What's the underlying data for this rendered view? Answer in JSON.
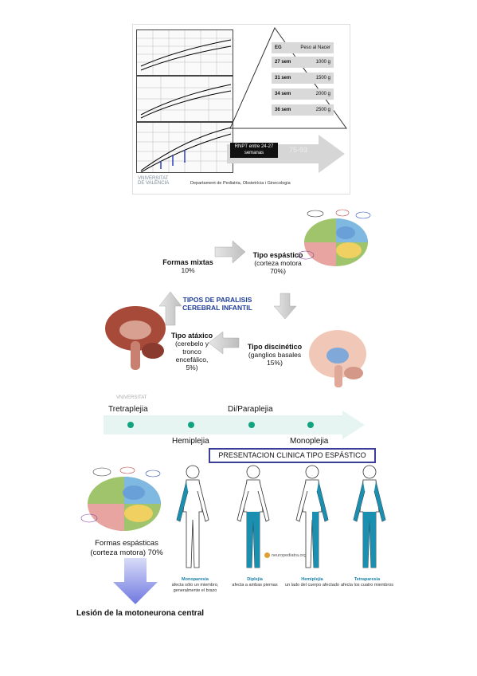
{
  "slide1": {
    "eg_header": {
      "left": "EG",
      "right": "Peso al Nacer"
    },
    "eg_rows": [
      {
        "weeks": "27 sem",
        "weight": "1000 g"
      },
      {
        "weeks": "31 sem",
        "weight": "1500 g"
      },
      {
        "weeks": "34 sem",
        "weight": "2000 g"
      },
      {
        "weeks": "36 sem",
        "weight": "2500 g"
      }
    ],
    "rnpt_label": "RNPT entre 24-27 semanas",
    "percent": "75-93",
    "university_line1": "VNIVERSITAT",
    "university_line2": "DE VALÈNCIA",
    "department": "Departament de Pediatria, Obstetrícia i Ginecologia"
  },
  "cycle": {
    "title": "TIPOS DE PARALISIS CEREBRAL INFANTIL",
    "mixtas": {
      "name": "Formas mixtas",
      "pct": "10%"
    },
    "espastico": {
      "name": "Tipo espástico",
      "desc": "(corteza motora 70%)"
    },
    "discinetico": {
      "name": "Tipo discinético",
      "desc": "(ganglios basales 15%)"
    },
    "ataxico": {
      "name": "Tipo atáxico",
      "desc": "(cerebelo y tronco encefálico, 5%)"
    }
  },
  "timeline": {
    "watermark": "VNIVERSITAT",
    "top_labels": [
      "Tretraplejia",
      "Di/Paraplejia"
    ],
    "bottom_labels": [
      "Hemiplejia",
      "Monoplejia"
    ]
  },
  "bottom": {
    "presentation_title": "PRESENTACION CLINICA TIPO ESPÁSTICO",
    "brain_caption": "Formas espásticas (corteza motora) 70%",
    "site": "neuropediatra.org",
    "figures": [
      {
        "title": "Monoparesia",
        "desc": "afecta sólo un miembro, generalmente el brazo"
      },
      {
        "title": "Diplejía",
        "desc": "afecta a ambas piernas"
      },
      {
        "title": "Hemiplejía",
        "desc": "un lado del cuerpo afectado"
      },
      {
        "title": "Tetraparesia",
        "desc": "afecta los cuatro miembros"
      }
    ],
    "lesion": "Lesión de la motoneurona central"
  },
  "colors": {
    "accent_blue": "#1f3f9a",
    "limb_teal": "#1a8fb0",
    "timeline_green": "#0fa37f"
  }
}
